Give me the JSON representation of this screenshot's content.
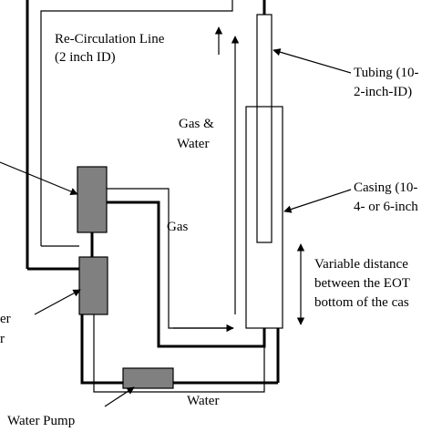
{
  "labels": {
    "recirc_line_1": "Re-Circulation Line",
    "recirc_line_2": "(2 inch ID)",
    "gas_water_1": "Gas &",
    "gas_water_2": "Water",
    "gas": "Gas",
    "tubing_1": "Tubing (10-",
    "tubing_2": "2-inch-ID)",
    "casing_1": "Casing (10-",
    "casing_2": "4- or 6-inch",
    "variable_1": "Variable distance",
    "variable_2": "between the EOT",
    "variable_3": "bottom of the cas",
    "left_partial_1": "er",
    "left_partial_2": "r",
    "water": "Water",
    "water_pump": "Water Pump"
  },
  "colors": {
    "component_fill": "#808080",
    "line": "#000000"
  }
}
